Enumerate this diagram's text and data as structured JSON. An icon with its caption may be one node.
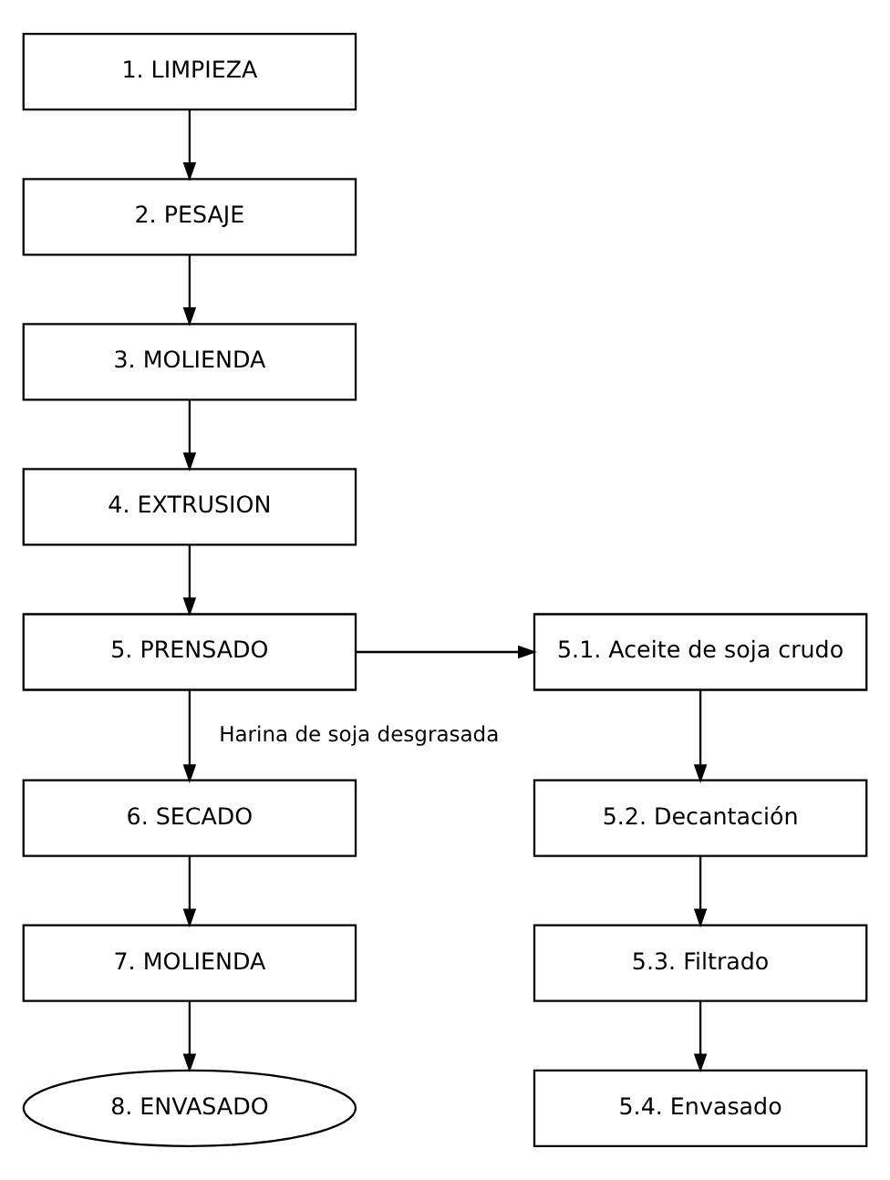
{
  "diagram": {
    "nodes": [
      {
        "text": [
          "1. LIMPIEZA"
        ]
      },
      {
        "text": [
          "2. PESAJE"
        ]
      },
      {
        "text": [
          "3. MOLIENDA"
        ]
      },
      {
        "text": [
          "4. EXTRUSION"
        ]
      },
      {
        "text": [
          "5. PRENSADO"
        ]
      },
      {
        "text": [
          "5.1. Aceite de soja crudo"
        ]
      },
      {
        "text": [
          "6. SECADO"
        ]
      },
      {
        "text": [
          "5.2. Decantación"
        ]
      },
      {
        "text": [
          "7. MOLIENDA"
        ]
      },
      {
        "text": [
          "5.3. Filtrado"
        ]
      },
      {
        "text": [
          "8. ENVASADO"
        ]
      },
      {
        "text": [
          "5.4. Envasado"
        ]
      }
    ],
    "edges": [
      {
        "from": 0,
        "to": 1,
        "arrow": "to"
      },
      {
        "from": 1,
        "to": 2,
        "arrow": "to"
      },
      {
        "from": 2,
        "to": 3,
        "arrow": "to"
      },
      {
        "from": 3,
        "to": 4,
        "arrow": "to"
      },
      {
        "from": 4,
        "to": 5,
        "arrow": "to"
      },
      {
        "from": 4,
        "to": 6,
        "arrow": "to",
        "label": "Harina de soja desgrasada"
      },
      {
        "from": 5,
        "to": 7,
        "arrow": "to"
      },
      {
        "from": 7,
        "to": 9,
        "arrow": "to"
      },
      {
        "from": 9,
        "to": 11,
        "arrow": "to"
      },
      {
        "from": 6,
        "to": 8,
        "arrow": "to"
      },
      {
        "from": 8,
        "to": 10,
        "arrow": "to"
      }
    ]
  }
}
